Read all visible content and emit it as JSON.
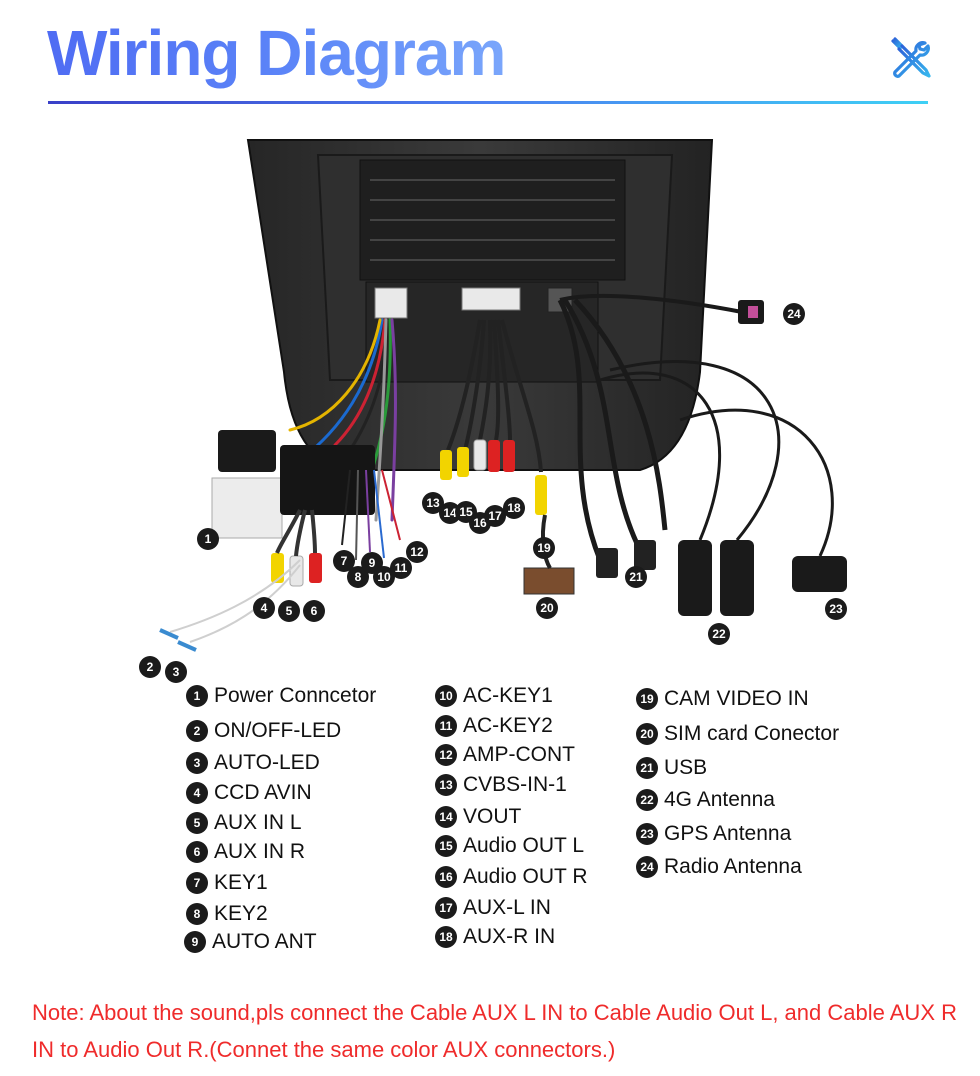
{
  "header": {
    "title": "Wiring Diagram",
    "icon": "tools-icon",
    "accent_color": "#5b7cf6"
  },
  "callouts": [
    {
      "num": "1"
    },
    {
      "num": "2"
    },
    {
      "num": "3"
    },
    {
      "num": "4"
    },
    {
      "num": "5"
    },
    {
      "num": "6"
    },
    {
      "num": "7"
    },
    {
      "num": "8"
    },
    {
      "num": "9"
    },
    {
      "num": "10"
    },
    {
      "num": "11"
    },
    {
      "num": "12"
    },
    {
      "num": "13"
    },
    {
      "num": "14"
    },
    {
      "num": "15"
    },
    {
      "num": "16"
    },
    {
      "num": "17"
    },
    {
      "num": "18"
    },
    {
      "num": "19"
    },
    {
      "num": "20"
    },
    {
      "num": "21"
    },
    {
      "num": "22"
    },
    {
      "num": "23"
    },
    {
      "num": "24"
    }
  ],
  "legend": {
    "columns": [
      [
        {
          "num": "1",
          "label": "Power Conncetor"
        },
        {
          "num": "2",
          "label": "ON/OFF-LED"
        },
        {
          "num": "3",
          "label": "AUTO-LED"
        },
        {
          "num": "4",
          "label": "CCD AVIN"
        },
        {
          "num": "5",
          "label": "AUX IN L"
        },
        {
          "num": "6",
          "label": "AUX IN R"
        },
        {
          "num": "7",
          "label": "KEY1"
        },
        {
          "num": "8",
          "label": "KEY2"
        },
        {
          "num": "9",
          "label": "AUTO ANT"
        }
      ],
      [
        {
          "num": "10",
          "label": "AC-KEY1"
        },
        {
          "num": "11",
          "label": "AC-KEY2"
        },
        {
          "num": "12",
          "label": "AMP-CONT"
        },
        {
          "num": "13",
          "label": "CVBS-IN-1"
        },
        {
          "num": "14",
          "label": "VOUT"
        },
        {
          "num": "15",
          "label": "Audio OUT L"
        },
        {
          "num": "16",
          "label": "Audio OUT R"
        },
        {
          "num": "17",
          "label": "AUX-L IN"
        },
        {
          "num": "18",
          "label": "AUX-R IN"
        }
      ],
      [
        {
          "num": "19",
          "label": "CAM VIDEO IN"
        },
        {
          "num": "20",
          "label": "SIM card Conector"
        },
        {
          "num": "21",
          "label": "USB"
        },
        {
          "num": "22",
          "label": "4G Antenna"
        },
        {
          "num": "23",
          "label": "GPS Antenna"
        },
        {
          "num": "24",
          "label": "Radio Antenna"
        }
      ]
    ]
  },
  "note": {
    "text": "Note: About the sound,pls connect the Cable AUX L IN to Cable Audio Out L, and Cable AUX R IN to  Audio Out R.(Connet the same color AUX connectors.)",
    "color": "#ef2b2b"
  }
}
